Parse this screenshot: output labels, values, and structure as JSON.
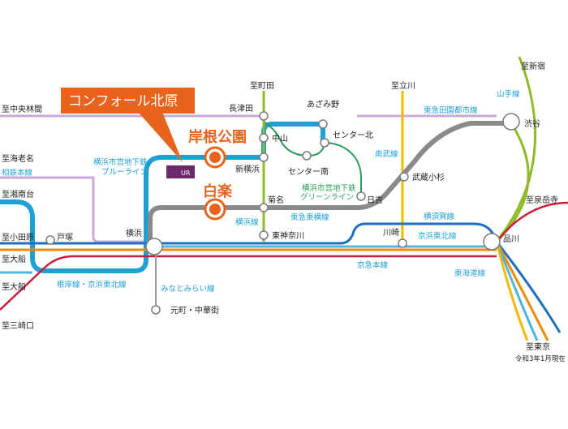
{
  "callout": {
    "text": "コンフォール北原"
  },
  "featured": {
    "kishine": "岸根公園",
    "hakuraku": "白楽",
    "color": "#e8641c"
  },
  "stations": {
    "nagatsuta": "長津田",
    "nakayama": "中山",
    "azamino": "あざみ野",
    "center_kita": "センター北",
    "center_minami": "センター南",
    "shin_yokohama": "新横浜",
    "kikuna": "菊名",
    "hiyoshi": "日吉",
    "musashi_kosugi": "武蔵小杉",
    "higashi_kanagawa": "東神奈川",
    "totsuka": "戸塚",
    "yokohama": "横浜",
    "kawasaki": "川崎",
    "shinagawa": "品川",
    "shibuya": "渋谷",
    "motomachi": "元町・中華街"
  },
  "destinations": {
    "machida": "至町田",
    "tachikawa": "至立川",
    "chuorinkan": "至中央林間",
    "ebina": "至海老名",
    "shonandai": "至湘南台",
    "odawara": "至小田原",
    "ofuna1": "至大船",
    "ofuna2": "至大船",
    "misakiguchi": "至三崎口",
    "shinjuku": "至新宿",
    "izumidake": "至泉岳寺",
    "tokyo": "至東京"
  },
  "lines": {
    "sotetsu": "相鉄本線",
    "blue_line_1": "横浜市営地下鉄",
    "blue_line_2": "ブルーライン",
    "green_line_1": "横浜市営地下鉄",
    "green_line_2": "グリーンライン",
    "yokohama_line": "横浜線",
    "toyoko": "東急東横線",
    "nambu": "南武線",
    "denentoshi": "東急田園都市線",
    "yamanote": "山手線",
    "yokosuka": "横須賀線",
    "keihin_tohoku": "京浜東北線",
    "keikyu": "京急本線",
    "tokaido": "東海道線",
    "negishi": "根岸線・京浜東北線",
    "minatomirai": "みなとみらい線"
  },
  "logo": {
    "text": "UR"
  },
  "note": "令和3年1月現在",
  "colors": {
    "blue_line": "#1ea0d6",
    "jr_blue": "#1f6fbf",
    "yellow": "#f5b800",
    "orange": "#f08a00",
    "green": "#2a9d5c",
    "olive": "#8fba2a",
    "gray": "#8a8a8a",
    "purple": "#c9a8d8",
    "red": "#c81e3c",
    "callout": "#e8641c"
  }
}
